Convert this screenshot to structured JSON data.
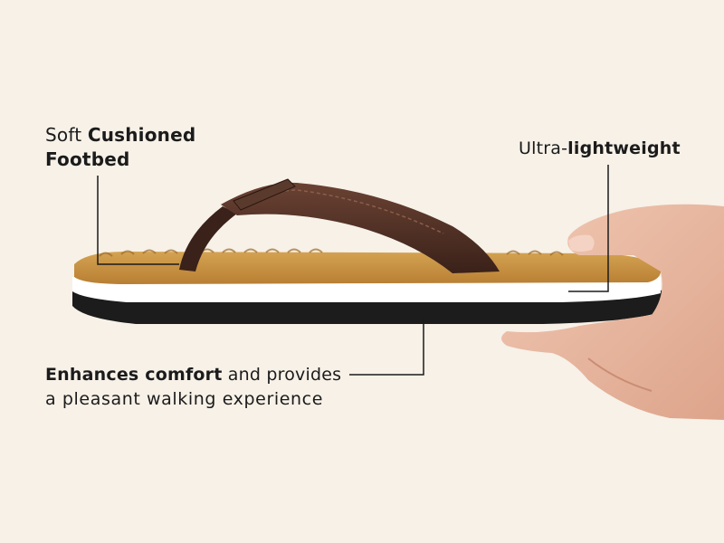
{
  "callouts": {
    "cushioned": {
      "prefix": "Soft ",
      "bold_1": "Cushioned",
      "bold_2": "Footbed"
    },
    "lightweight": {
      "prefix": "Ultra-",
      "bold": "lightweight"
    },
    "comfort": {
      "bold": "Enhances comfort",
      "rest": " and provides",
      "line2": "a pleasant walking experience"
    }
  },
  "colors": {
    "background": "#f7f1e8",
    "footbed": "#c8913e",
    "strap": "#4a2c22",
    "midsole": "#ffffff",
    "outsole": "#1c1c1c",
    "skin": "#e9b9a3"
  }
}
